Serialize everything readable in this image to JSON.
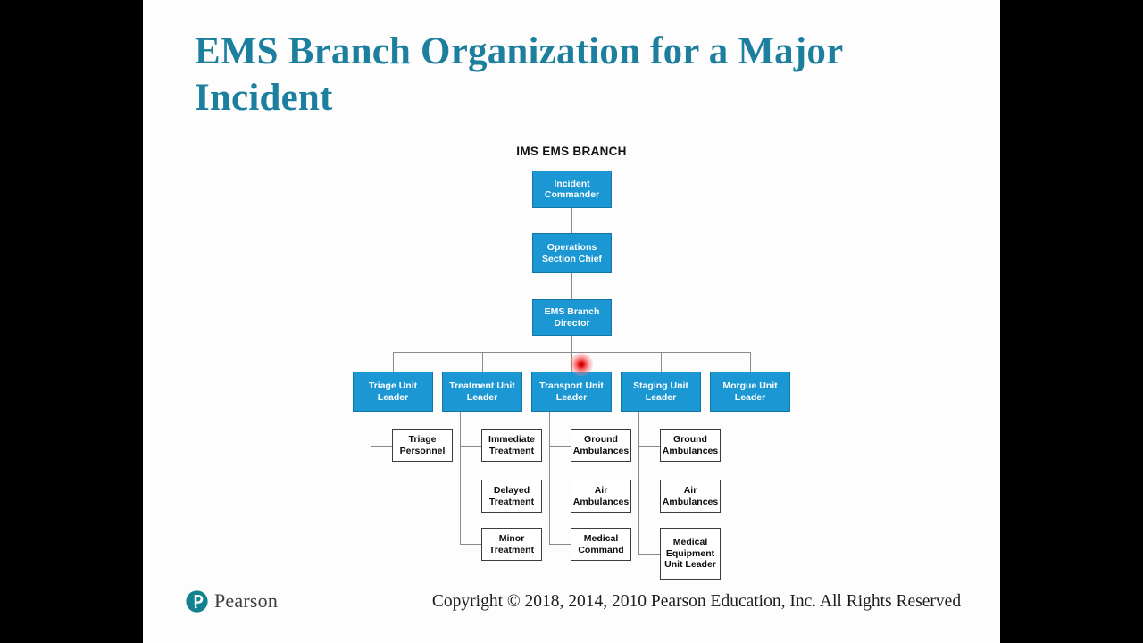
{
  "slide": {
    "title": "EMS Branch Organization for a Major Incident",
    "background_color": "#fdfdfd",
    "title_color": "#1c7f9e"
  },
  "chart_data": {
    "type": "diagram",
    "title": "IMS EMS BRANCH",
    "node_colors": {
      "command_fill": "#1b97d4",
      "command_border": "#1277a8",
      "command_text": "#ffffff",
      "unit_fill": "#ffffff",
      "unit_border": "#3b3b3b",
      "unit_text": "#0c0c0c",
      "connector": "#8a8a8a"
    },
    "nodes": {
      "incident_commander": "Incident Commander",
      "operations_section_chief": "Operations Section Chief",
      "ems_branch_director": "EMS Branch Director",
      "triage_unit_leader": "Triage Unit Leader",
      "treatment_unit_leader": "Treatment Unit Leader",
      "transport_unit_leader": "Transport Unit Leader",
      "staging_unit_leader": "Staging Unit Leader",
      "morgue_unit_leader": "Morgue Unit Leader",
      "triage_personnel": "Triage Personnel",
      "immediate_treatment": "Immediate Treatment",
      "delayed_treatment": "Delayed Treatment",
      "minor_treatment": "Minor Treatment",
      "transport_ground_ambulances": "Ground Ambulances",
      "transport_air_ambulances": "Air Ambulances",
      "medical_command": "Medical Command",
      "staging_ground_ambulances": "Ground Ambulances",
      "staging_air_ambulances": "Air Ambulances",
      "medical_equipment_unit_leader": "Medical Equipment Unit Leader"
    },
    "hierarchy": [
      {
        "node": "Incident Commander",
        "children": [
          "Operations Section Chief"
        ]
      },
      {
        "node": "Operations Section Chief",
        "children": [
          "EMS Branch Director"
        ]
      },
      {
        "node": "EMS Branch Director",
        "children": [
          "Triage Unit Leader",
          "Treatment Unit Leader",
          "Transport Unit Leader",
          "Staging Unit Leader",
          "Morgue Unit Leader"
        ]
      },
      {
        "node": "Triage Unit Leader",
        "children": [
          "Triage Personnel"
        ]
      },
      {
        "node": "Treatment Unit Leader",
        "children": [
          "Immediate Treatment",
          "Delayed Treatment",
          "Minor Treatment"
        ]
      },
      {
        "node": "Transport Unit Leader",
        "children": [
          "Ground Ambulances",
          "Air Ambulances",
          "Medical Command"
        ]
      },
      {
        "node": "Staging Unit Leader",
        "children": [
          "Ground Ambulances",
          "Air Ambulances",
          "Medical Equipment Unit Leader"
        ]
      },
      {
        "node": "Morgue Unit Leader",
        "children": []
      }
    ]
  },
  "pointer": {
    "label": "laser-pointer",
    "color": "#e81414",
    "over_node": "Transport Unit Leader"
  },
  "footer": {
    "brand_name": "Pearson",
    "brand_mark": "pearson-logo-icon",
    "brand_color": "#12828f",
    "copyright": "Copyright © 2018, 2014, 2010 Pearson Education, Inc. All Rights Reserved"
  }
}
